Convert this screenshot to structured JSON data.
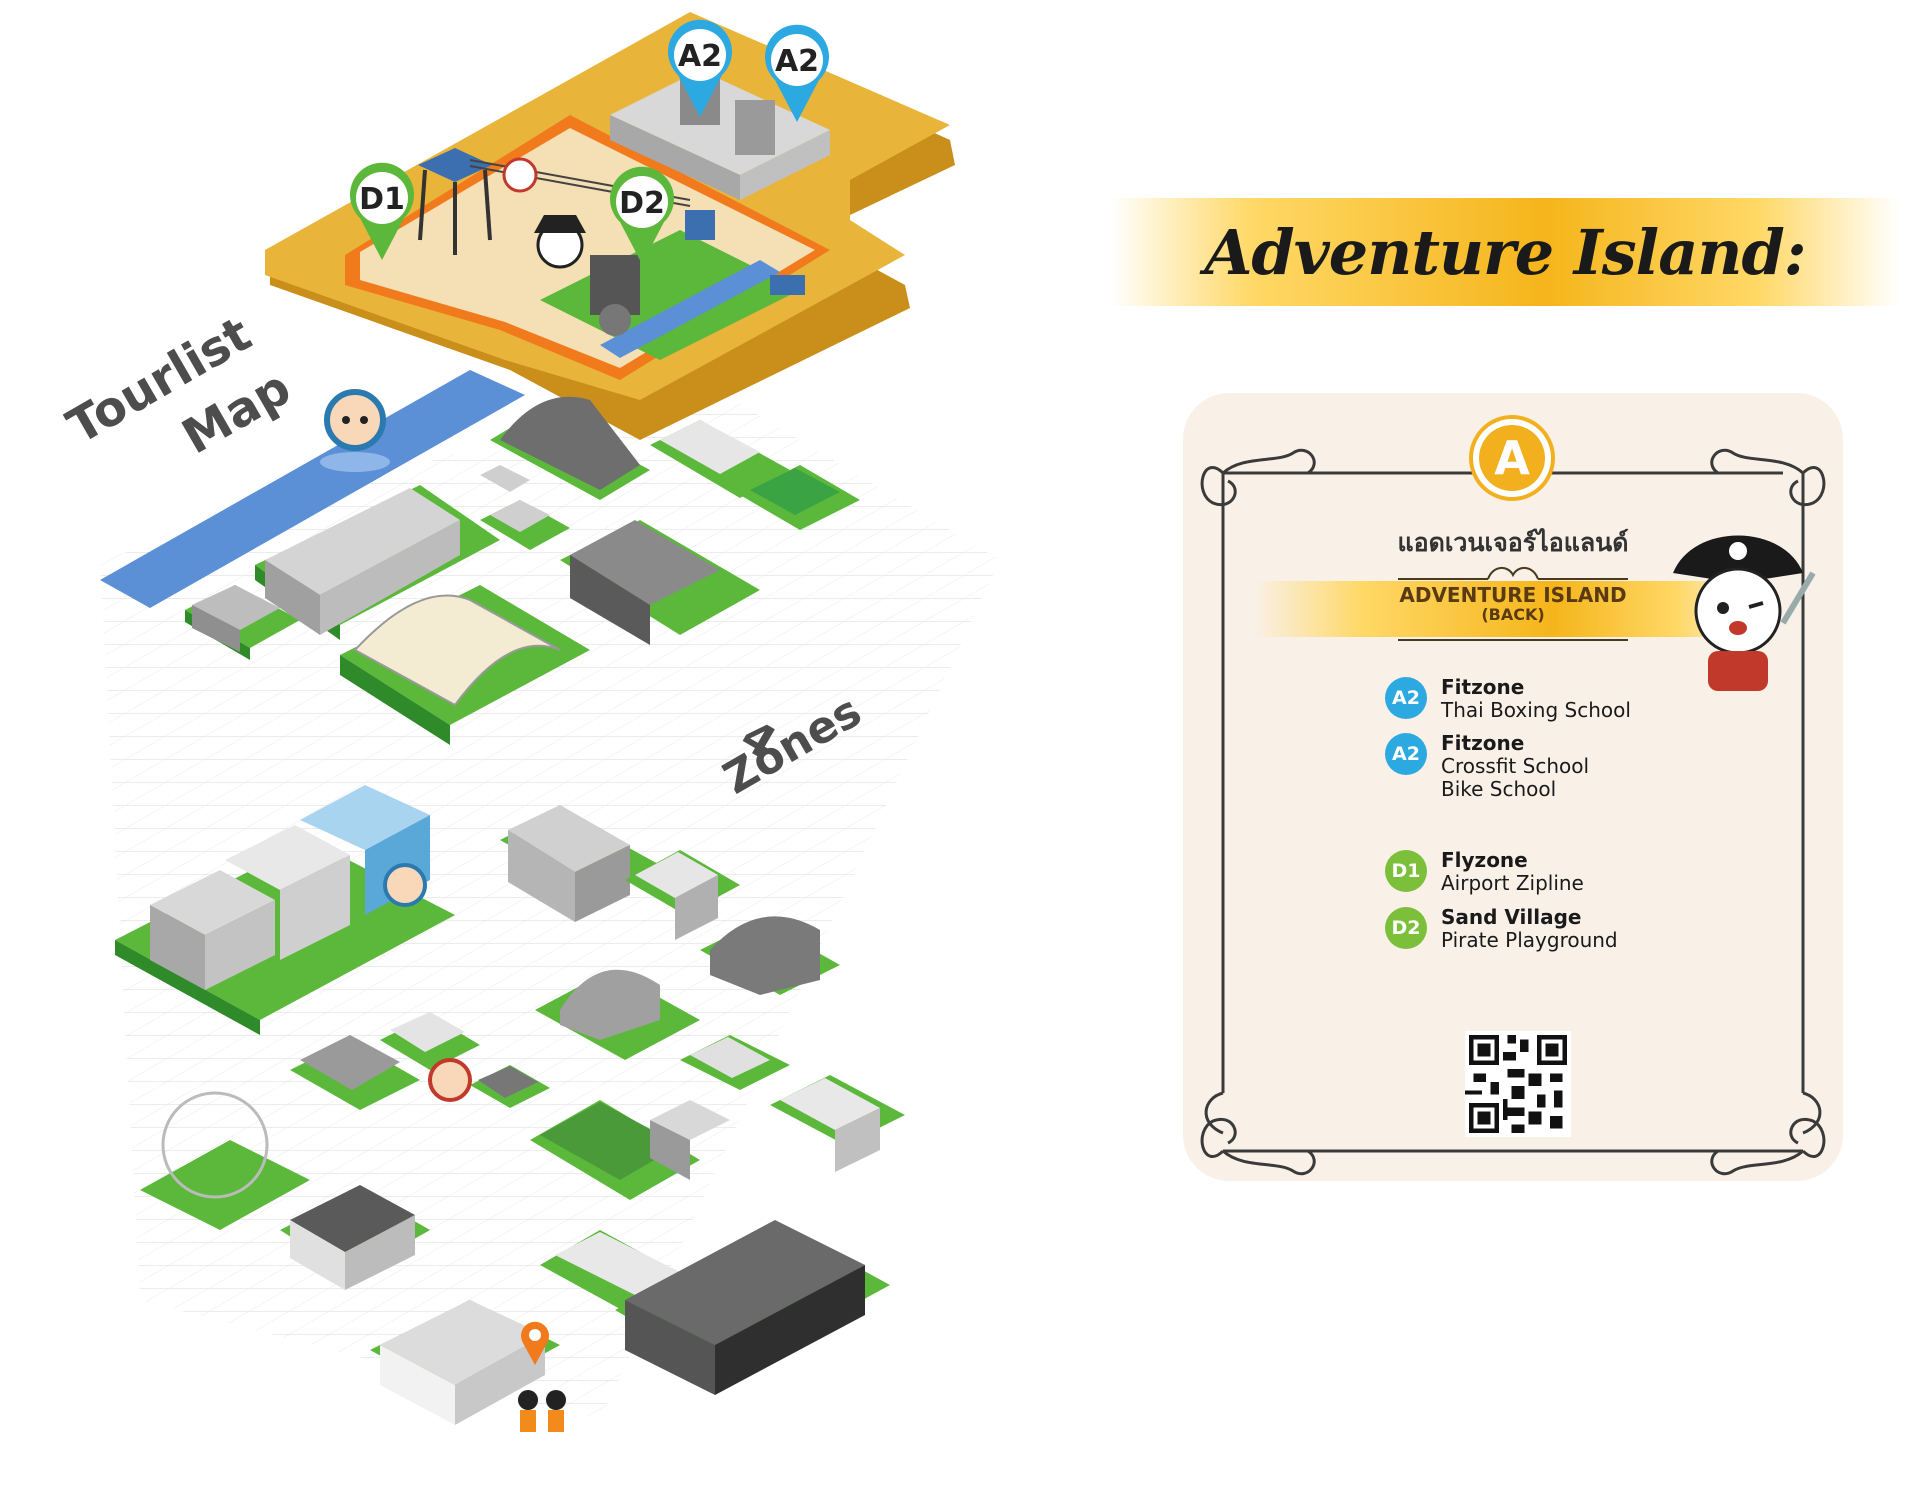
{
  "map": {
    "label_tourlist": "Tourlist",
    "label_map": "Map",
    "label_4": "4",
    "label_zones": "Zones",
    "pins": [
      {
        "code": "A2",
        "color": "#2da9e1"
      },
      {
        "code": "A2",
        "color": "#2da9e1"
      },
      {
        "code": "D1",
        "color": "#5cb83a"
      },
      {
        "code": "D2",
        "color": "#5cb83a"
      }
    ],
    "colors": {
      "platform": "#e8b53a",
      "platform_edge": "#c98f1a",
      "zone_border": "#f07a1c",
      "grass": "#5cb83a",
      "water": "#5b8fd6",
      "grid": "#e2e2e2"
    }
  },
  "header": {
    "title": "Adventure Island:"
  },
  "card": {
    "zone_letter": "A",
    "thai_name": "แอดเวนเจอร์ไอแลนด์",
    "ribbon_title": "ADVENTURE ISLAND",
    "ribbon_sub": "(BACK)",
    "legend": [
      {
        "code": "A2",
        "color": "blue",
        "title": "Fitzone",
        "lines": [
          "Thai Boxing School"
        ]
      },
      {
        "code": "A2",
        "color": "blue",
        "title": "Fitzone",
        "lines": [
          "Crossfit School",
          "Bike School"
        ]
      },
      {
        "code": "D1",
        "color": "green",
        "title": "Flyzone",
        "lines": [
          "Airport Zipline"
        ]
      },
      {
        "code": "D2",
        "color": "green",
        "title": "Sand Village",
        "lines": [
          "Pirate Playground"
        ]
      }
    ],
    "accent_colors": {
      "gold": "#f2b01e",
      "blue": "#2da9e1",
      "green": "#7bbf3a",
      "frame": "#3a3a3a"
    }
  }
}
